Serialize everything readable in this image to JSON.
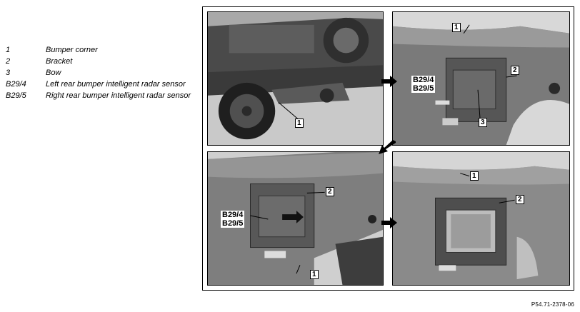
{
  "legend": [
    {
      "code": "1",
      "text": "Bumper corner"
    },
    {
      "code": "2",
      "text": "Bracket"
    },
    {
      "code": "3",
      "text": "Bow"
    },
    {
      "code": "B29/4",
      "text": "Left rear bumper intelligent radar sensor"
    },
    {
      "code": "B29/5",
      "text": "Right rear bumper intelligent radar sensor"
    }
  ],
  "callouts": {
    "p1_1": "1",
    "p2_1": "1",
    "p2_2": "2",
    "p2_3": "3",
    "p2_b294": "B29/4",
    "p2_b295": "B29/5",
    "p3_2": "2",
    "p3_1": "1",
    "p3_b294": "B29/4",
    "p3_b295": "B29/5",
    "p4_1": "1",
    "p4_2": "2"
  },
  "figure_id": "P54.71-2378-06"
}
